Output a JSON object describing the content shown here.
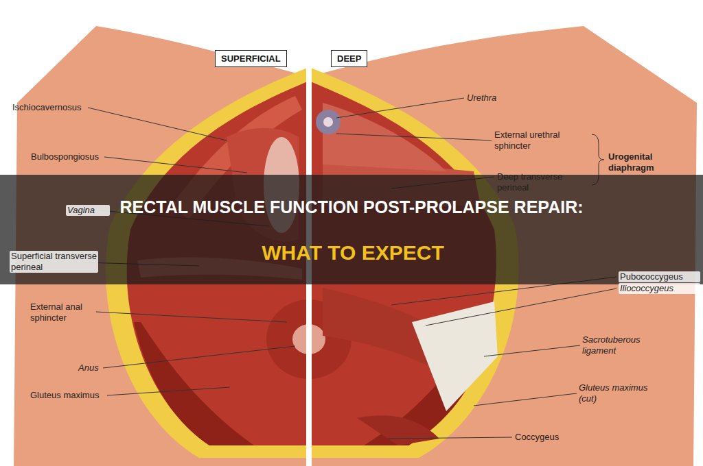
{
  "diagram": {
    "title": "RECTAL MUSCLE FUNCTION POST-PROLAPSE REPAIR:",
    "nodes": [
      {
        "text": [
          "SUPERFICIAL"
        ]
      },
      {
        "text": [
          "DEEP"
        ]
      }
    ],
    "labels": [
      "Ischiocavernosus",
      "Bulbospongiosus",
      "Vagina",
      "Superficial transverse perineal",
      "External anal sphincter",
      "Anus",
      "Gluteus maximus",
      "Urethra",
      "External urethral sphincter",
      "Urogenital diaphragm",
      "Deep transverse perineal",
      "Pubococcygeus",
      "Iliococcygeus",
      "Sacrotuberous ligament",
      "Gluteus maximus (cut)",
      "Coccygeus",
      "WHAT TO EXPECT"
    ]
  }
}
